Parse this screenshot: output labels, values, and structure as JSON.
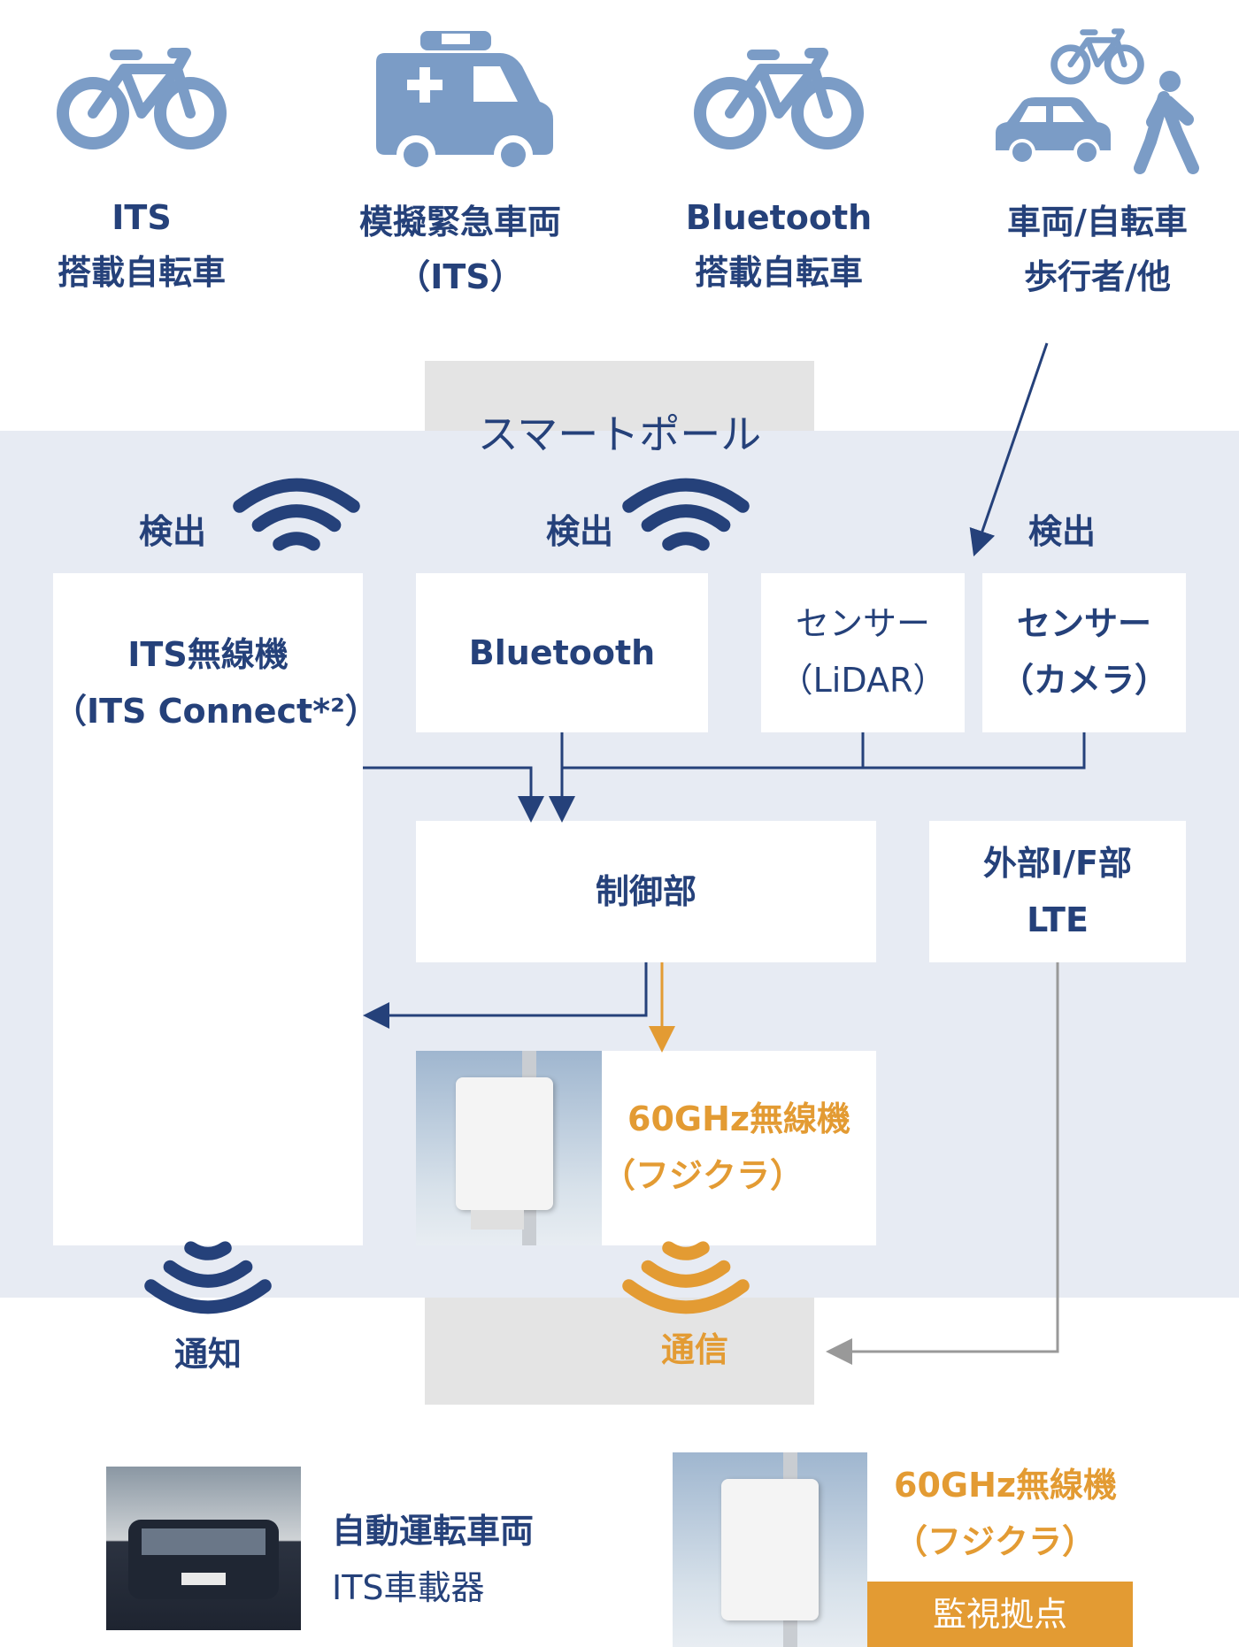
{
  "top_items": [
    {
      "icon": "bicycle-icon",
      "line1": "ITS",
      "line2": "搭載自転車"
    },
    {
      "icon": "ambulance-icon",
      "line1": "模擬緊急車両",
      "line2": "（ITS）"
    },
    {
      "icon": "bicycle-icon",
      "line1": "Bluetooth",
      "line2": "搭載自転車"
    },
    {
      "icon": "vehicles-pedestrian-icon",
      "line1": "車両/自転車",
      "line2": "歩行者/他"
    }
  ],
  "smart_pole": {
    "title": "スマートポール"
  },
  "detect": {
    "label1": "検出",
    "label2": "検出",
    "label3": "検出"
  },
  "boxes": {
    "its_radio": {
      "line1": "ITS無線機",
      "line2": "（ITS Connect*²）"
    },
    "bluetooth": {
      "line1": "Bluetooth"
    },
    "lidar": {
      "line1": "センサー",
      "line2": "（LiDAR）"
    },
    "camera": {
      "line1": "センサー",
      "line2": "（カメラ）"
    },
    "control": {
      "line1": "制御部"
    },
    "external": {
      "line1": "外部I/F部",
      "line2": "LTE"
    },
    "ghz60": {
      "line1": "60GHz無線機",
      "line2": "（フジクラ）"
    }
  },
  "bottom_labels": {
    "notify": "通知",
    "comm": "通信"
  },
  "legend": {
    "vehicle": {
      "line1": "自動運転車両",
      "line2": "ITS車載器"
    },
    "ghz60": {
      "line1": "60GHz無線機",
      "line2": "（フジクラ）",
      "badge": "監視拠点"
    }
  },
  "colors": {
    "navy": "#25417a",
    "orange": "#e39b33",
    "icon_blue": "#7b9cc6",
    "gray_arrow": "#999999"
  }
}
